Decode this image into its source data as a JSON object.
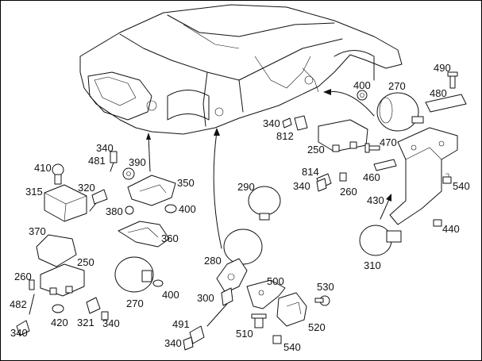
{
  "labels": {
    "p490": "490",
    "p480": "480",
    "p400a": "400",
    "p270a": "270",
    "p340a": "340",
    "p812": "812",
    "p250a": "250",
    "p470": "470",
    "p814": "814",
    "p340b": "340",
    "p460": "460",
    "p260a": "260",
    "p430": "430",
    "p540a": "540",
    "p440": "440",
    "p310": "310",
    "p290": "290",
    "p280": "280",
    "p500": "500",
    "p530": "530",
    "p300": "300",
    "p491": "491",
    "p340c": "340",
    "p510": "510",
    "p520": "520",
    "p540b": "540",
    "p340d": "340",
    "p481": "481",
    "p390": "390",
    "p410": "410",
    "p320": "320",
    "p350": "350",
    "p315": "315",
    "p380": "380",
    "p400b": "400",
    "p360": "360",
    "p370": "370",
    "p250b": "250",
    "p260b": "260",
    "p482": "482",
    "p270b": "270",
    "p400c": "400",
    "p340e": "340",
    "p420": "420",
    "p321": "321",
    "p340f": "340"
  }
}
